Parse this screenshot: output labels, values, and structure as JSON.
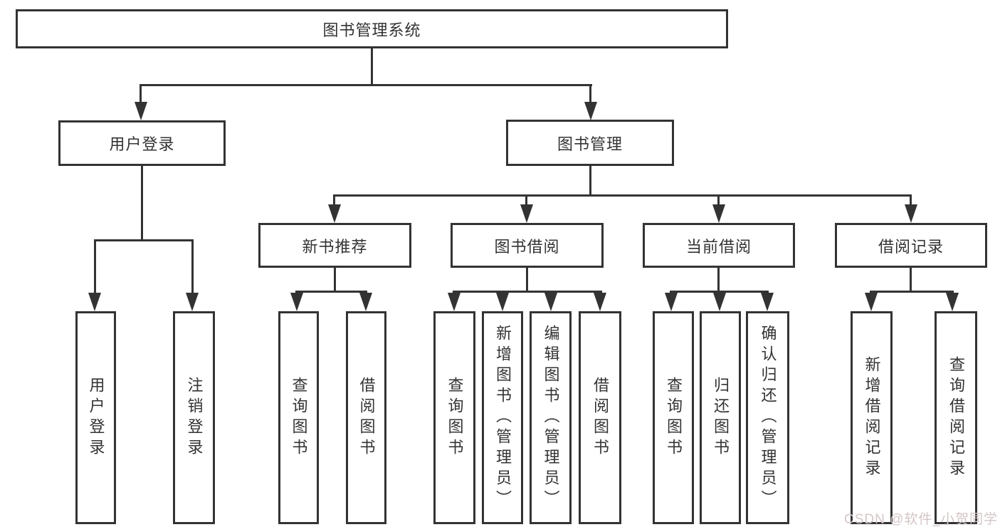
{
  "nodes": {
    "root": {
      "label": "图书管理系统"
    },
    "level1": [
      {
        "label": "用户登录"
      },
      {
        "label": "图书管理"
      }
    ],
    "level2": [
      {
        "label": "新书推荐"
      },
      {
        "label": "图书借阅"
      },
      {
        "label": "当前借阅"
      },
      {
        "label": "借阅记录"
      }
    ],
    "leaves": [
      {
        "label": "用户登录"
      },
      {
        "label": "注销登录"
      },
      {
        "label": "查询图书"
      },
      {
        "label": "借阅图书"
      },
      {
        "label": "查询图书"
      },
      {
        "label": "新增图书（管理员）"
      },
      {
        "label": "编辑图书（管理员）"
      },
      {
        "label": "借阅图书"
      },
      {
        "label": "查询图书"
      },
      {
        "label": "归还图书"
      },
      {
        "label": "确认归还（管理员）"
      },
      {
        "label": "新增借阅记录"
      },
      {
        "label": "查询借阅记录"
      }
    ]
  },
  "watermark": {
    "text": "CSDN @软件_小贺同学"
  },
  "colors": {
    "line": "#333333",
    "box_border": "#333333",
    "text": "#333333",
    "watermark": "#d4c6c6",
    "background": "#ffffff"
  }
}
